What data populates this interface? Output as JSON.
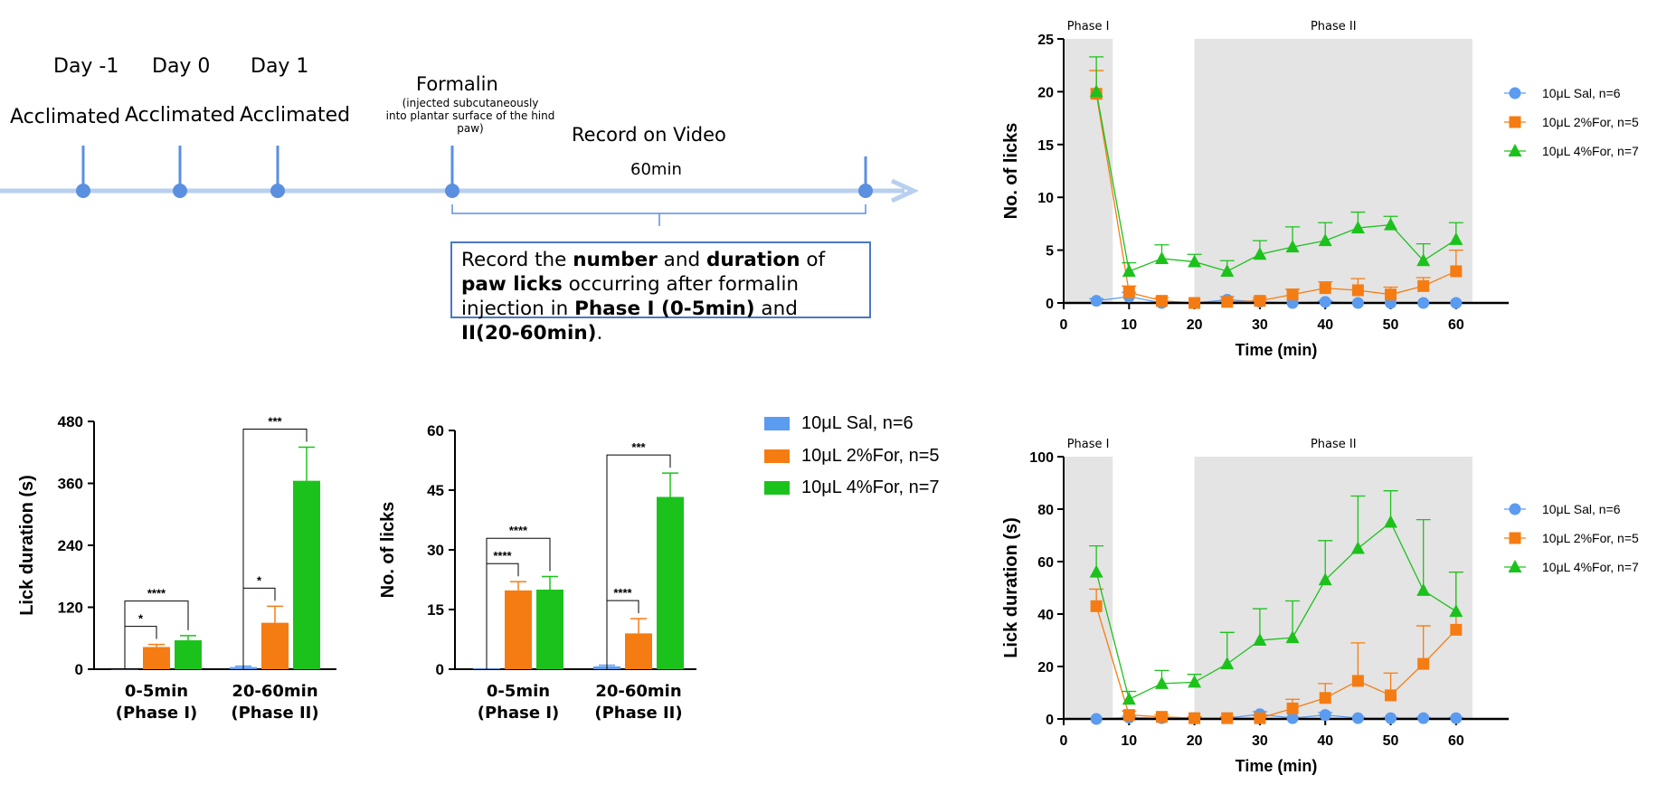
{
  "timeline": {
    "days": [
      {
        "label": "Day -1",
        "sub": "Acclimated"
      },
      {
        "label": "Day 0",
        "sub": "Acclimated"
      },
      {
        "label": "Day 1",
        "sub": "Acclimated"
      }
    ],
    "formalin_title": "Formalin",
    "formalin_note": [
      "(injected subcutaneously",
      "into plantar surface of the hind",
      "paw)"
    ],
    "record_label": "Record on Video",
    "duration_label": "60min",
    "note": {
      "p1": "Record the ",
      "b1": "number",
      "p2": " and ",
      "b2": "duration",
      "p3": " of ",
      "b3": "paw licks",
      "p4": " occurring after formalin injection in ",
      "b4": "Phase I (0-5min)",
      "p5": " and ",
      "b5": "II(20-60min)",
      "p6": "."
    }
  },
  "legend": {
    "items": [
      {
        "label": "10μL Sal, n=6",
        "color": "#5b9bf0"
      },
      {
        "label": "10μL 2%For, n=5",
        "color": "#f57c12"
      },
      {
        "label": "10μL 4%For, n=7",
        "color": "#1cc21c"
      }
    ]
  },
  "colors": {
    "sal": "#5b9bf0",
    "for2": "#f57c12",
    "for4": "#1cc21c",
    "phase_bg": "#e4e4e4"
  },
  "chart_data": [
    {
      "id": "bar_duration",
      "type": "bar",
      "ylabel": "Lick duration (s)",
      "ylim": [
        0,
        480
      ],
      "yticks": [
        0,
        120,
        240,
        360,
        480
      ],
      "categories": [
        [
          "0-5min",
          "(Phase  I)"
        ],
        [
          "20-60min",
          "(Phase  II)"
        ]
      ],
      "series": [
        {
          "name": "10μL Sal, n=6",
          "values": [
            0,
            4
          ],
          "errors": [
            0,
            2
          ]
        },
        {
          "name": "10μL 2%For, n=5",
          "values": [
            43,
            90
          ],
          "errors": [
            5,
            32
          ]
        },
        {
          "name": "10μL 4%For, n=7",
          "values": [
            56,
            365
          ],
          "errors": [
            9,
            65
          ]
        }
      ],
      "significance": [
        {
          "group": 0,
          "from": 0,
          "to": 1,
          "label": "*"
        },
        {
          "group": 0,
          "from": 0,
          "to": 2,
          "label": "****"
        },
        {
          "group": 1,
          "from": 0,
          "to": 1,
          "label": "*"
        },
        {
          "group": 1,
          "from": 0,
          "to": 2,
          "label": "***"
        }
      ]
    },
    {
      "id": "bar_licks",
      "type": "bar",
      "ylabel": "No. of licks",
      "ylim": [
        0,
        60
      ],
      "yticks": [
        0,
        15,
        30,
        45,
        60
      ],
      "categories": [
        [
          "0-5min",
          "(Phase  I)"
        ],
        [
          "20-60min",
          "(Phase  II)"
        ]
      ],
      "series": [
        {
          "name": "10μL Sal, n=6",
          "values": [
            0.2,
            0.7
          ],
          "errors": [
            0,
            0.3
          ]
        },
        {
          "name": "10μL 2%For, n=5",
          "values": [
            19.8,
            9.0
          ],
          "errors": [
            2.2,
            3.7
          ]
        },
        {
          "name": "10μL 4%For, n=7",
          "values": [
            20.0,
            43.3
          ],
          "errors": [
            3.3,
            6.0
          ]
        }
      ],
      "significance": [
        {
          "group": 0,
          "from": 0,
          "to": 1,
          "label": "****"
        },
        {
          "group": 0,
          "from": 0,
          "to": 2,
          "label": "****"
        },
        {
          "group": 1,
          "from": 0,
          "to": 1,
          "label": "****"
        },
        {
          "group": 1,
          "from": 0,
          "to": 2,
          "label": "***"
        }
      ]
    },
    {
      "id": "line_licks",
      "type": "line",
      "xlabel": "Time (min)",
      "ylabel": "No. of licks",
      "xlim": [
        0,
        65
      ],
      "ylim": [
        0,
        25
      ],
      "xticks": [
        0,
        10,
        20,
        30,
        40,
        50,
        60
      ],
      "yticks": [
        0,
        5,
        10,
        15,
        20,
        25
      ],
      "phases": [
        {
          "label": "Phase  I",
          "from": 0,
          "to": 7.5
        },
        {
          "label": "Phase  II",
          "from": 20,
          "to": 62.5
        }
      ],
      "x": [
        5,
        10,
        15,
        20,
        25,
        30,
        35,
        40,
        45,
        50,
        55,
        60
      ],
      "series": [
        {
          "name": "10μL Sal, n=6",
          "marker": "circle",
          "values": [
            0.2,
            0.6,
            0.0,
            0.0,
            0.3,
            0.1,
            0.0,
            0.1,
            0.0,
            0.0,
            0.0,
            0.0
          ],
          "errors": [
            0.2,
            0.4,
            0,
            0,
            0.3,
            0.2,
            0,
            0.1,
            0,
            0,
            0,
            0
          ]
        },
        {
          "name": "10μL 2%For, n=5",
          "marker": "square",
          "values": [
            19.8,
            1.0,
            0.2,
            0.0,
            0.1,
            0.2,
            0.8,
            1.4,
            1.2,
            0.8,
            1.6,
            3.0
          ],
          "errors": [
            2.2,
            0.6,
            0.3,
            0,
            0.2,
            0.3,
            0.5,
            0.6,
            1.1,
            0.7,
            0.8,
            2.0
          ]
        },
        {
          "name": "10μL 4%For, n=7",
          "marker": "triangle",
          "values": [
            20.0,
            3.0,
            4.2,
            3.9,
            3.0,
            4.6,
            5.3,
            5.9,
            7.1,
            7.4,
            4.0,
            6.0
          ],
          "errors": [
            3.3,
            0.8,
            1.3,
            0.7,
            1.0,
            1.3,
            1.9,
            1.7,
            1.5,
            0.8,
            1.6,
            1.6
          ]
        }
      ]
    },
    {
      "id": "line_duration",
      "type": "line",
      "xlabel": "Time (min)",
      "ylabel": "Lick duration (s)",
      "xlim": [
        0,
        65
      ],
      "ylim": [
        0,
        100
      ],
      "xticks": [
        0,
        10,
        20,
        30,
        40,
        50,
        60
      ],
      "yticks": [
        0,
        20,
        40,
        60,
        80,
        100
      ],
      "phases": [
        {
          "label": "Phase  I",
          "from": 0,
          "to": 7.5
        },
        {
          "label": "Phase  II",
          "from": 20,
          "to": 62.5
        }
      ],
      "x": [
        5,
        10,
        15,
        20,
        25,
        30,
        35,
        40,
        45,
        50,
        55,
        60
      ],
      "series": [
        {
          "name": "10μL Sal, n=6",
          "marker": "circle",
          "values": [
            0,
            0.5,
            0.3,
            0.3,
            0.3,
            1.8,
            0.3,
            1.5,
            0.3,
            0.3,
            0.3,
            0.3
          ],
          "errors": [
            0,
            0.5,
            0.3,
            0.3,
            0.3,
            1,
            0.3,
            1,
            0.3,
            0.3,
            0.3,
            0.3
          ]
        },
        {
          "name": "10μL 2%For, n=5",
          "marker": "square",
          "values": [
            43,
            1.5,
            0.8,
            0.3,
            0.3,
            0.3,
            4,
            8,
            14.5,
            9,
            21,
            34
          ],
          "errors": [
            6.5,
            1.5,
            0.8,
            0.5,
            0.5,
            1,
            3.5,
            5.5,
            14.5,
            8.5,
            14.5,
            22
          ]
        },
        {
          "name": "10μL 4%For, n=7",
          "marker": "triangle",
          "values": [
            56,
            7.5,
            13.5,
            14,
            21,
            30,
            31,
            53,
            65,
            75,
            49,
            41
          ],
          "errors": [
            10,
            3,
            5,
            3,
            12,
            12,
            14,
            15,
            20,
            12,
            27,
            15
          ]
        }
      ]
    }
  ]
}
